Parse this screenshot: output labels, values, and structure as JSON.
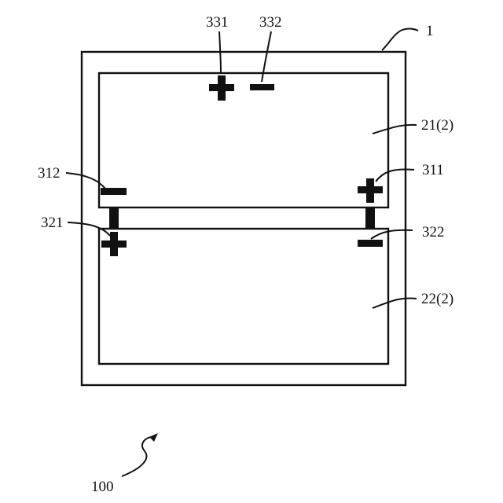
{
  "figure": {
    "labels": {
      "device": "100",
      "housing": "1",
      "cell_upper": "21(2)",
      "cell_lower": "22(2)",
      "terminal_331": "331",
      "terminal_332": "332",
      "terminal_311": "311",
      "terminal_312": "312",
      "terminal_321": "321",
      "terminal_322": "322"
    }
  }
}
